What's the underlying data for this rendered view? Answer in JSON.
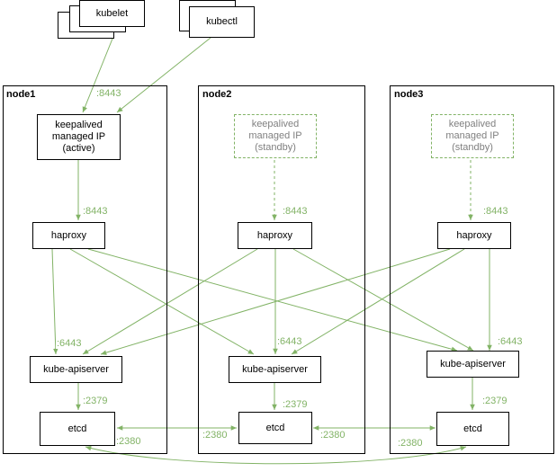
{
  "colors": {
    "edge": "#82b366",
    "border": "#000000",
    "standby_text": "#808080"
  },
  "clients": {
    "kubelet": "kubelet",
    "kubectl": "kubectl"
  },
  "nodes": [
    {
      "title": "node1",
      "vip": {
        "line1": "keepalived",
        "line2": "managed IP",
        "line3": "(active)"
      },
      "vip_port": ":8443",
      "haproxy": "haproxy",
      "haproxy_port": ":8443",
      "apiserver": "kube-apiserver",
      "apiserver_port": ":6443",
      "etcd": "etcd",
      "etcd_client_port": ":2379",
      "etcd_peer_port": ":2380"
    },
    {
      "title": "node2",
      "vip": {
        "line1": "keepalived",
        "line2": "managed IP",
        "line3": "(standby)"
      },
      "haproxy": "haproxy",
      "haproxy_port": ":8443",
      "apiserver": "kube-apiserver",
      "apiserver_port": ":6443",
      "etcd": "etcd",
      "etcd_client_port": ":2379",
      "etcd_peer_port": ":2380"
    },
    {
      "title": "node3",
      "vip": {
        "line1": "keepalived",
        "line2": "managed IP",
        "line3": "(standby)"
      },
      "haproxy": "haproxy",
      "haproxy_port": ":8443",
      "apiserver": "kube-apiserver",
      "apiserver_port": ":6443",
      "etcd": "etcd",
      "etcd_client_port": ":2379",
      "etcd_peer_port": ":2380"
    }
  ],
  "peer_ports": {
    "between_1_2": ":2380",
    "between_2_3": ":2380"
  }
}
